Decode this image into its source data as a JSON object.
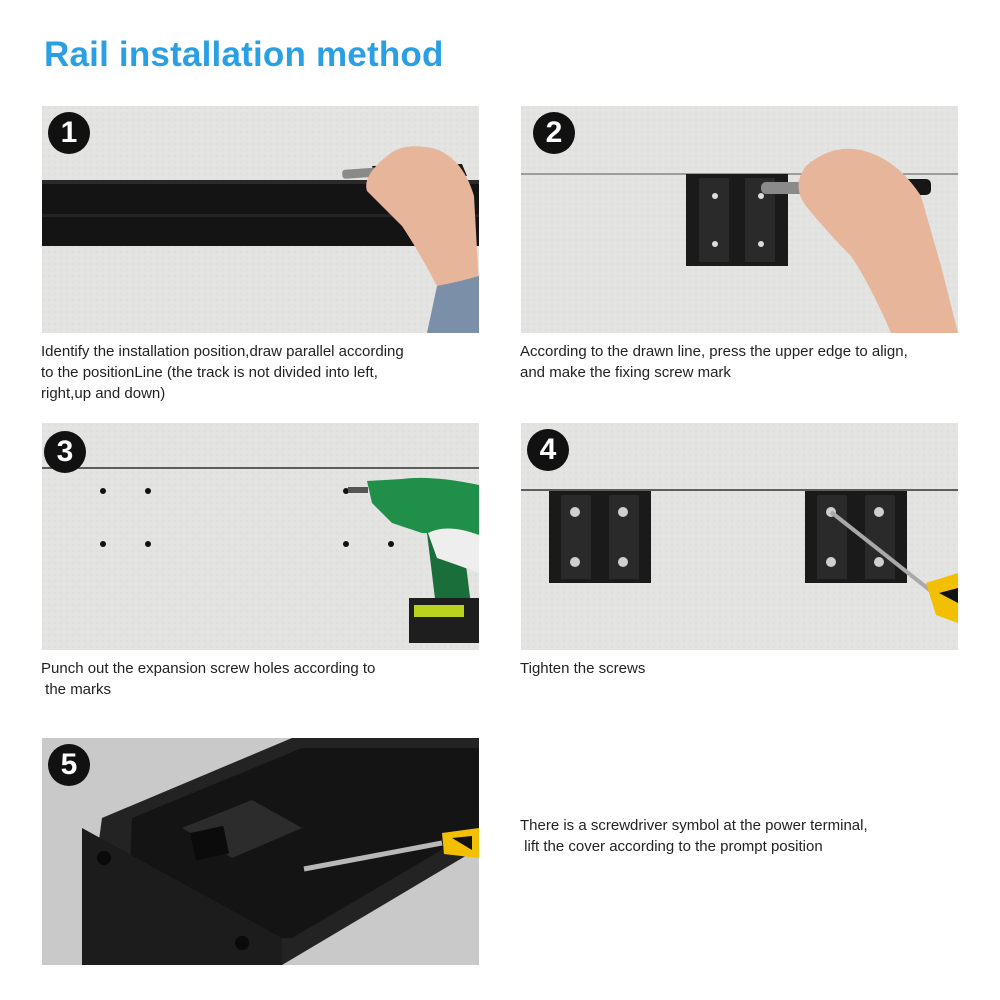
{
  "title": "Rail installation method",
  "colors": {
    "title": "#2b9fe3",
    "wall": "#e4e4e2",
    "rail": "#151515",
    "badge": "#111111"
  },
  "steps": [
    {
      "number": "1",
      "caption": "Identify the installation position,draw parallel according\nto the positionLine (the track is not divided into left,\nright,up and down)"
    },
    {
      "number": "2",
      "caption": "According to the drawn line, press the upper edge to align,\nand make the fixing screw mark"
    },
    {
      "number": "3",
      "caption": "Punch out the expansion screw holes according to\n the marks"
    },
    {
      "number": "4",
      "caption": "Tighten the screws"
    },
    {
      "number": "5",
      "caption": "There is a screwdriver symbol at the power terminal,\n lift the cover according to the prompt position"
    }
  ]
}
